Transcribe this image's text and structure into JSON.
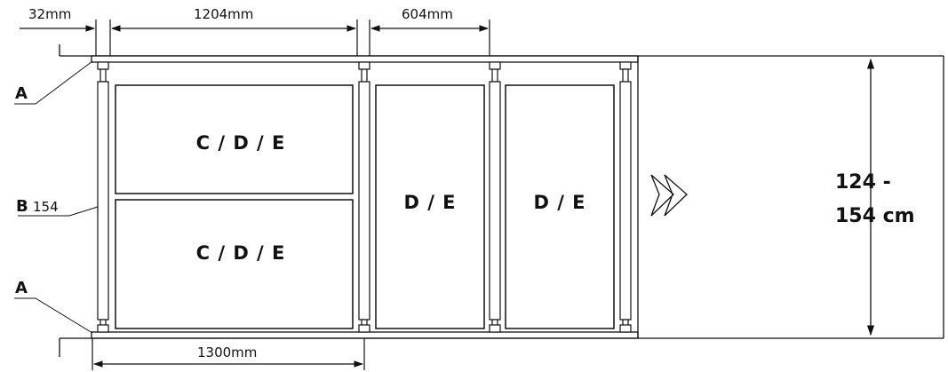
{
  "dimensions": {
    "post_width": "32mm",
    "span_large": "1204mm",
    "span_small": "604mm",
    "overall": "1300mm",
    "height_line1": "124 -",
    "height_line2": "154 cm"
  },
  "callouts": {
    "top_rail": "A",
    "post_label": "B",
    "post_number": "154",
    "bottom_rail": "A"
  },
  "panels": {
    "upper_large": "C / D / E",
    "lower_large": "C / D / E",
    "middle": "D / E",
    "right": "D / E"
  },
  "icons": {
    "continue": "double-chevron-right-icon"
  }
}
